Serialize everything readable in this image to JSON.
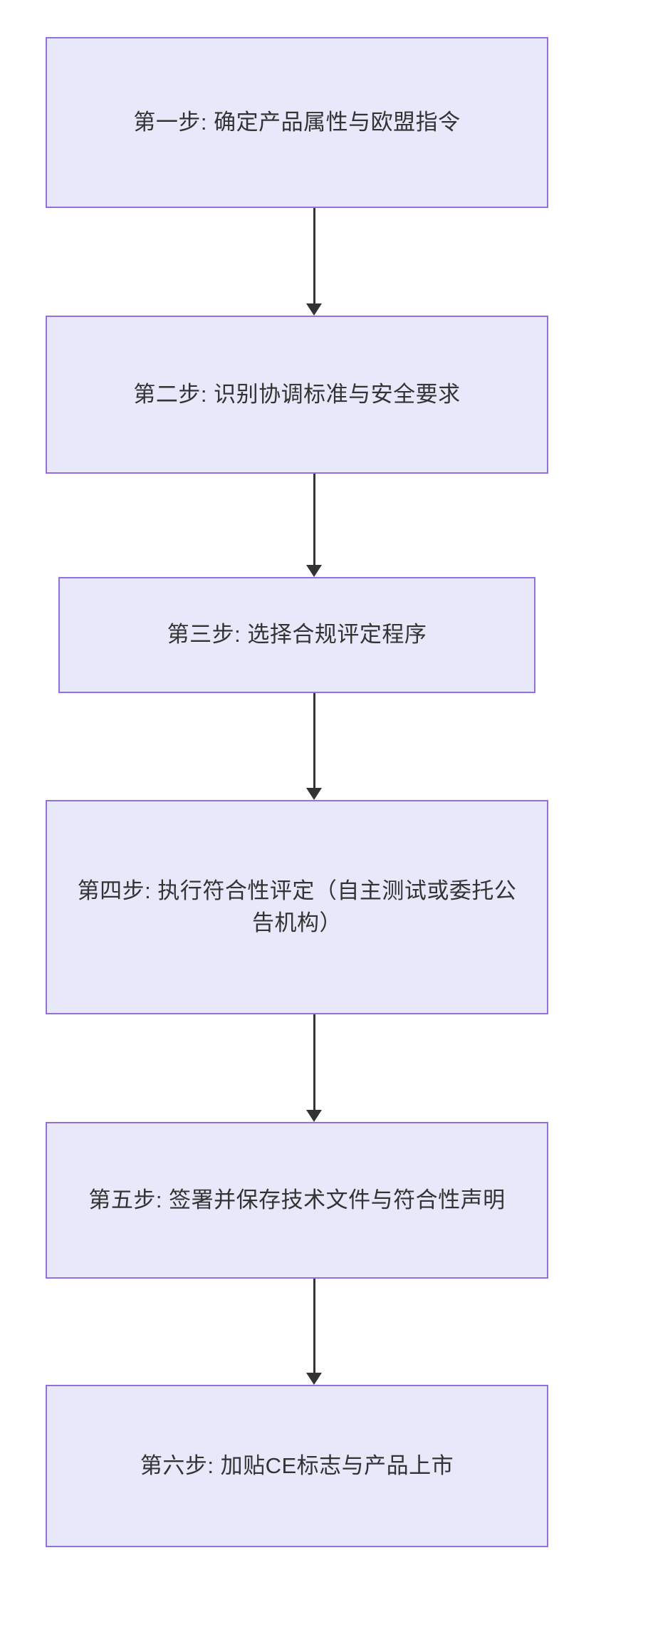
{
  "diagram": {
    "type": "flowchart",
    "orientation": "top-to-bottom",
    "colors": {
      "node_fill": "#e8e8fb",
      "node_border": "#9370db",
      "text": "#333333",
      "edge": "#333333",
      "background": "#ffffff"
    },
    "nodes": [
      {
        "id": "step-1",
        "label": "第一步: 确定产品属性与欧盟指令"
      },
      {
        "id": "step-2",
        "label": "第二步: 识别协调标准与安全要求"
      },
      {
        "id": "step-3",
        "label": "第三步: 选择合规评定程序"
      },
      {
        "id": "step-4",
        "label": "第四步: 执行符合性评定（自主测试或委托公告机构）"
      },
      {
        "id": "step-5",
        "label": "第五步: 签署并保存技术文件与符合性声明"
      },
      {
        "id": "step-6",
        "label": "第六步: 加贴CE标志与产品上市"
      }
    ],
    "edges": [
      {
        "id": "edge-1",
        "from": "step-1",
        "to": "step-2",
        "label": ""
      },
      {
        "id": "edge-2",
        "from": "step-2",
        "to": "step-3",
        "label": ""
      },
      {
        "id": "edge-3",
        "from": "step-3",
        "to": "step-4",
        "label": ""
      },
      {
        "id": "edge-4",
        "from": "step-4",
        "to": "step-5",
        "label": ""
      },
      {
        "id": "edge-5",
        "from": "step-5",
        "to": "step-6",
        "label": ""
      }
    ]
  }
}
